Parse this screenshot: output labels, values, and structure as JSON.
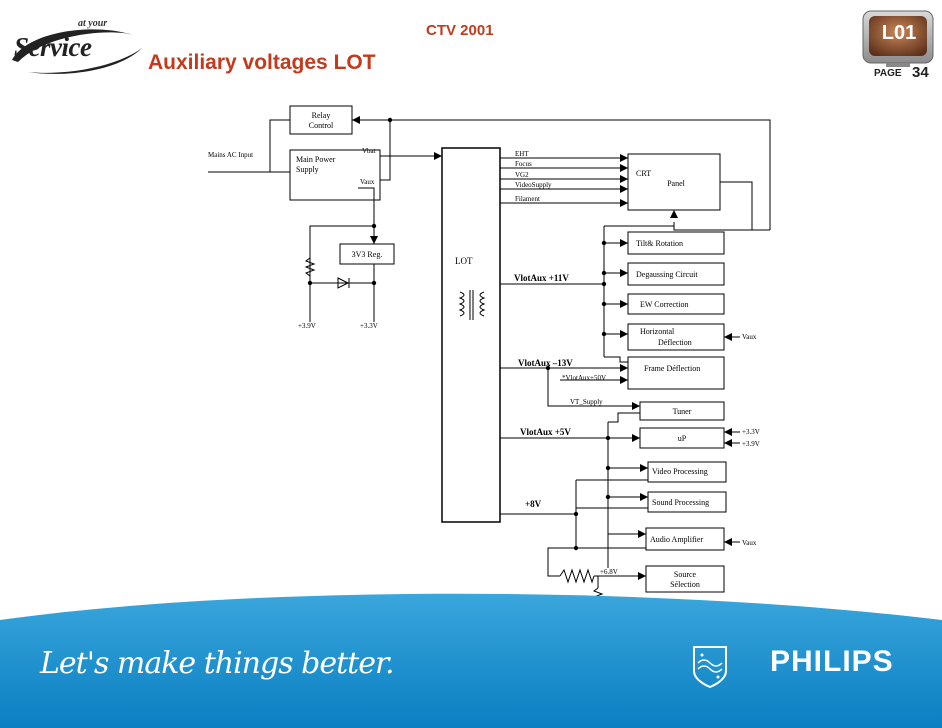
{
  "header": {
    "logo_small": "at your",
    "logo_main": "Service",
    "doc_label": "CTV 2001",
    "title": "Auxiliary voltages LOT",
    "badge": "L01",
    "page_label": "PAGE",
    "page_number": "34"
  },
  "diagram": {
    "input_label": "Mains AC Input",
    "blocks": {
      "relay": [
        "Relay",
        "Control"
      ],
      "mps": [
        "Main Power",
        "Supply"
      ],
      "reg": "3V3 Reg.",
      "lot": "LOT",
      "crt": [
        "CRT",
        "Panel"
      ],
      "tilt": "Tilt& Rotation",
      "degauss": "Degaussing Circuit",
      "ew": "EW Correction",
      "hdefl": [
        "Horizontal",
        "Déflection"
      ],
      "fdefl": "Frame Déflection",
      "tuner": "Tuner",
      "up": "uP",
      "video": "Video Processing",
      "sound": "Sound Processing",
      "audio": "Audio Amplifier",
      "source": [
        "Source",
        "Sélection"
      ]
    },
    "signals": {
      "vbat": "Vbat",
      "vaux": "Vaux",
      "out_3v9": "+3.9V",
      "out_3v3": "+3.3V",
      "eht": "EHT",
      "focus": "Focus",
      "vg2": "VG2",
      "videosupply": "VideoSupply",
      "filament": "Filament",
      "vlotaux11": "VlotAux +11V",
      "vaux_hdefl": "Vaux",
      "vlotaux_13": "VlotAux  –13V",
      "vlotaux50": "*VlotAux+50V",
      "vt_supply": "VT_Supply",
      "vlotaux5": "VlotAux +5V",
      "up_3v3": "+3.3V",
      "up_3v9": "+3.9V",
      "plus8v": "+8V",
      "vaux_audio": "Vaux",
      "plus6v8": "+6.8V"
    }
  },
  "footer": {
    "slogan": "Let's make things better.",
    "brand": "PHILIPS"
  },
  "colors": {
    "accent": "#c43a1c",
    "footer_blue": "#0a86c8",
    "badge_bg": "#8a5a3a"
  }
}
